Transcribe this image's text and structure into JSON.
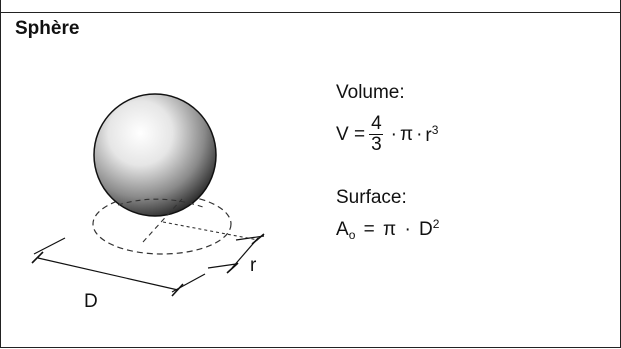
{
  "title": "Sphère",
  "volume": {
    "label": "Volume:",
    "lhs": "V =",
    "frac_num": "4",
    "frac_den": "3",
    "dot1": "·",
    "pi": "π",
    "dot2": "·",
    "var": "r",
    "exp": "3"
  },
  "surface": {
    "label": "Surface:",
    "lhs_base": "A",
    "lhs_sub": "o",
    "eq": "=",
    "pi": "π",
    "dot": "·",
    "var": "D",
    "exp": "2"
  },
  "dimensions": {
    "diameter": "D",
    "radius": "r"
  }
}
